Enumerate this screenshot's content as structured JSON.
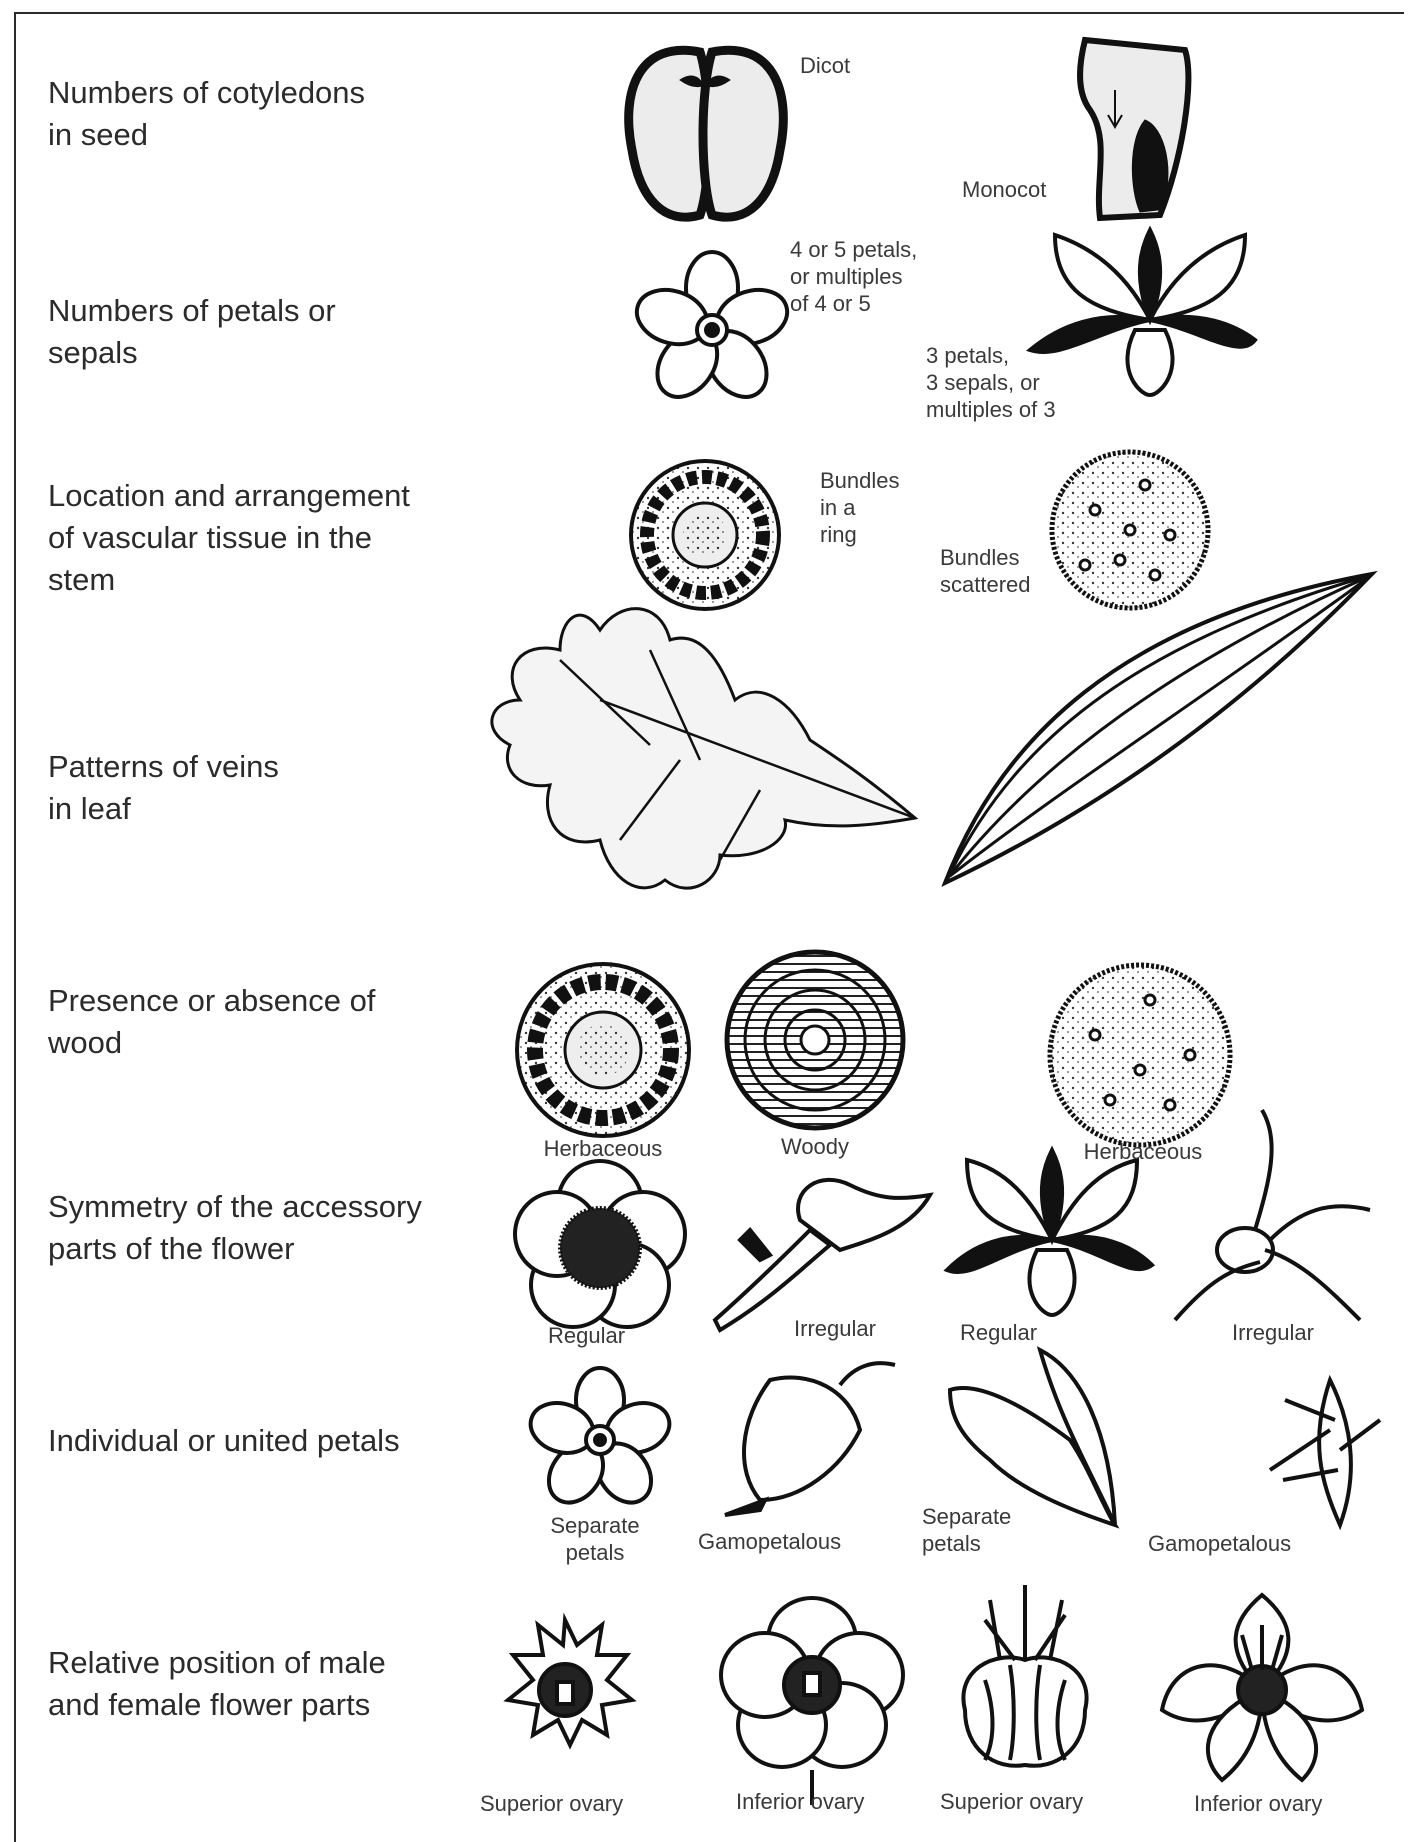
{
  "rows": [
    {
      "label": "Numbers of cotyledons\nin seed"
    },
    {
      "label": "Numbers of petals or\nsepals"
    },
    {
      "label": "Location and arrangement\nof vascular tissue in the\nstem"
    },
    {
      "label": "Patterns of veins\nin leaf"
    },
    {
      "label": "Presence or absence of\nwood"
    },
    {
      "label": "Symmetry of the accessory\nparts of the flower"
    },
    {
      "label": "Individual or united petals"
    },
    {
      "label": "Relative position of male\nand female flower parts"
    }
  ],
  "captions": {
    "dicot": "Dicot",
    "monocot": "Monocot",
    "petals_dicot": "4 or 5 petals,\nor multiples\nof 4 or 5",
    "petals_monocot": "3 petals,\n3 sepals, or\nmultiples of 3",
    "bundles_ring": "Bundles\nin a\nring",
    "bundles_scattered": "Bundles\nscattered",
    "wood_herbaceous_1": "Herbaceous",
    "wood_woody": "Woody",
    "wood_herbaceous_2": "Herbaceous",
    "sym_regular_1": "Regular",
    "sym_irregular_1": "Irregular",
    "sym_regular_2": "Regular",
    "sym_irregular_2": "Irregular",
    "petals_separate_1": "Separate\npetals",
    "petals_gamo_1": "Gamopetalous",
    "petals_separate_2": "Separate\npetals",
    "petals_gamo_2": "Gamopetalous",
    "ovary_superior_1": "Superior ovary",
    "ovary_inferior_1": "Inferior ovary",
    "ovary_superior_2": "Superior ovary",
    "ovary_inferior_2": "Inferior ovary"
  },
  "icons": [
    "dicot-seed-icon",
    "monocot-seed-icon",
    "five-petal-flower-icon",
    "three-petal-flower-icon",
    "vascular-ring-stem-icon",
    "scattered-bundles-stem-icon",
    "netted-vein-leaf-icon",
    "parallel-vein-leaf-icon",
    "woody-stem-icon"
  ]
}
